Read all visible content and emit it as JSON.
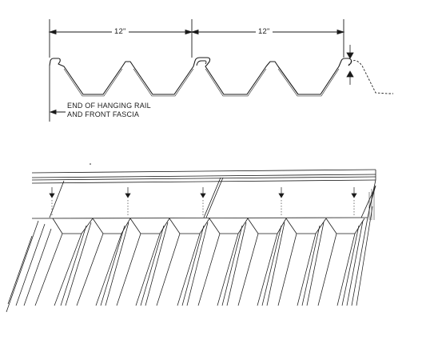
{
  "profile": {
    "dimension_left": "12\"",
    "dimension_right": "12\"",
    "note_line_1": "END OF HANGING RAIL",
    "note_line_2": "AND FRONT FASCIA"
  },
  "colors": {
    "ink": "#1a1a1a",
    "background": "#ffffff"
  },
  "icons": [
    "arrow-down-icon",
    "arrow-left-icon"
  ]
}
